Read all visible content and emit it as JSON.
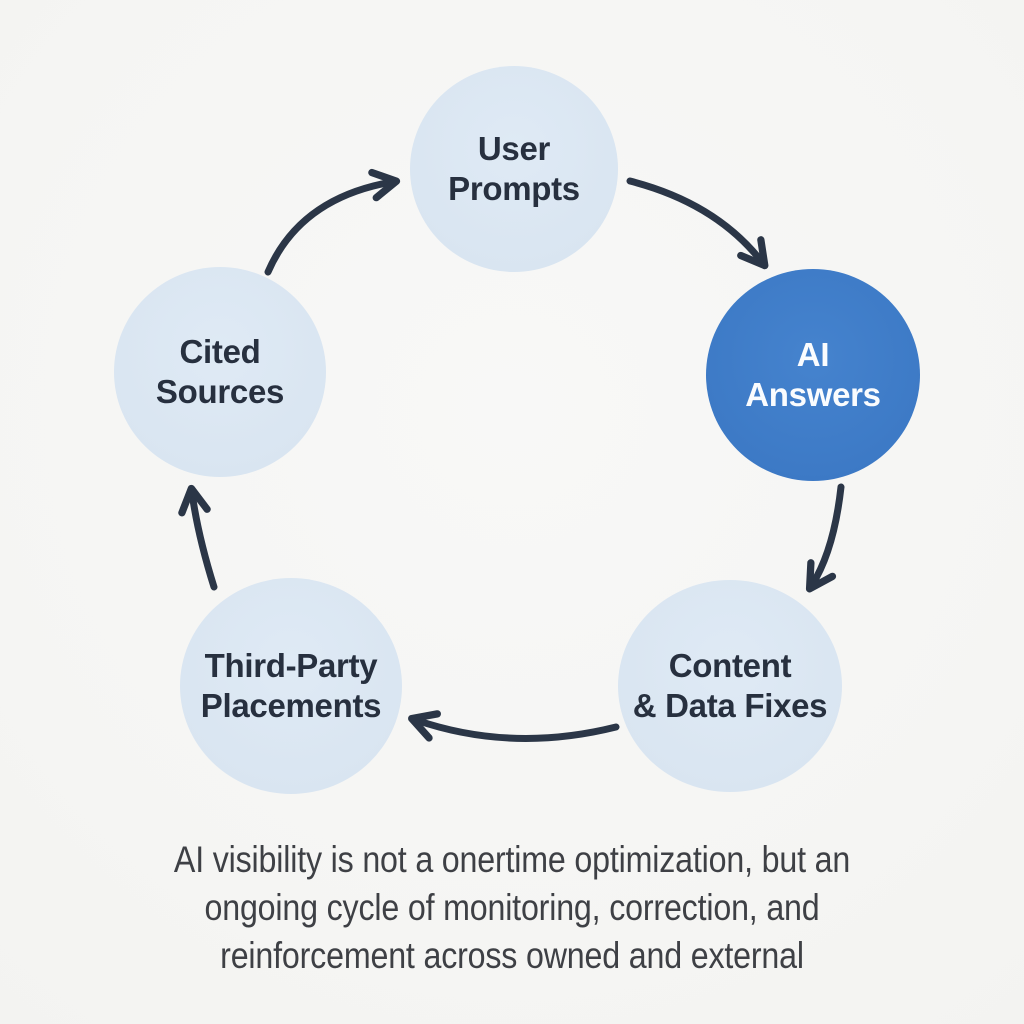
{
  "diagram": {
    "type": "cycle",
    "direction": "clockwise",
    "nodes": [
      {
        "id": "user-prompts",
        "label": "User\nPrompts",
        "variant": "light",
        "position": "top"
      },
      {
        "id": "ai-answers",
        "label": "AI\nAnswers",
        "variant": "primary",
        "position": "right"
      },
      {
        "id": "content-data-fixes",
        "label": "Content\n& Data Fixes",
        "variant": "light",
        "position": "bottom-right"
      },
      {
        "id": "third-party-placements",
        "label": "Third-Party\nPlacements",
        "variant": "light",
        "position": "bottom-left"
      },
      {
        "id": "cited-sources",
        "label": "Cited\nSources",
        "variant": "light",
        "position": "left"
      }
    ],
    "edges": [
      {
        "from": "cited-sources",
        "to": "user-prompts"
      },
      {
        "from": "user-prompts",
        "to": "ai-answers"
      },
      {
        "from": "ai-answers",
        "to": "content-data-fixes"
      },
      {
        "from": "content-data-fixes",
        "to": "third-party-placements"
      },
      {
        "from": "third-party-placements",
        "to": "cited-sources"
      }
    ]
  },
  "caption": {
    "lines": [
      "AI visibility is not a onertime optimization, but an",
      "ongoing cycle of monitoring, correction, and",
      "reinforcement across owned and external"
    ]
  },
  "colors": {
    "background": "#f6f6f4",
    "node_light_fill": "#d9e5f1",
    "node_primary_fill": "#3d7ac6",
    "node_text_dark": "#27303f",
    "node_text_light": "#fafcfe",
    "arrow_stroke": "#2b3647",
    "caption_text": "#3e4045"
  }
}
